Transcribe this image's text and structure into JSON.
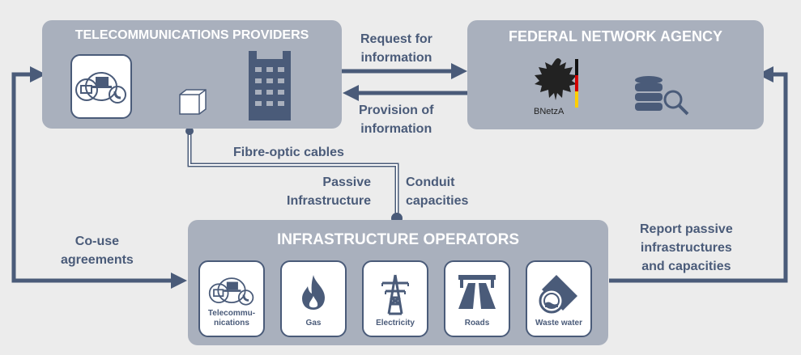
{
  "telecom_providers": {
    "title": "TELECOMMUNICATIONS PROVIDERS"
  },
  "federal_agency": {
    "title": "FEDERAL NETWORK AGENCY",
    "logo_text": "BNetzA"
  },
  "infrastructure_operators": {
    "title": "INFRASTRUCTURE OPERATORS",
    "tiles": [
      {
        "label": "Telecommu-\nnications",
        "icon": "devices-icon"
      },
      {
        "label": "Gas",
        "icon": "flame-icon"
      },
      {
        "label": "Electricity",
        "icon": "pylon-icon"
      },
      {
        "label": "Roads",
        "icon": "highway-icon"
      },
      {
        "label": "Waste water",
        "icon": "pipe-icon"
      }
    ]
  },
  "flows": {
    "request": "Request for\ninformation",
    "provision": "Provision of\ninformation",
    "fibre": "Fibre-optic cables",
    "passive": "Passive\nInfrastructure",
    "conduit": "Conduit\ncapacities",
    "couse": "Co-use\nagreements",
    "report": "Report passive\ninfrastructures\nand capacities"
  },
  "colors": {
    "box": "#a9b0bd",
    "dark": "#4a5b79",
    "canvas": "#ececec"
  }
}
